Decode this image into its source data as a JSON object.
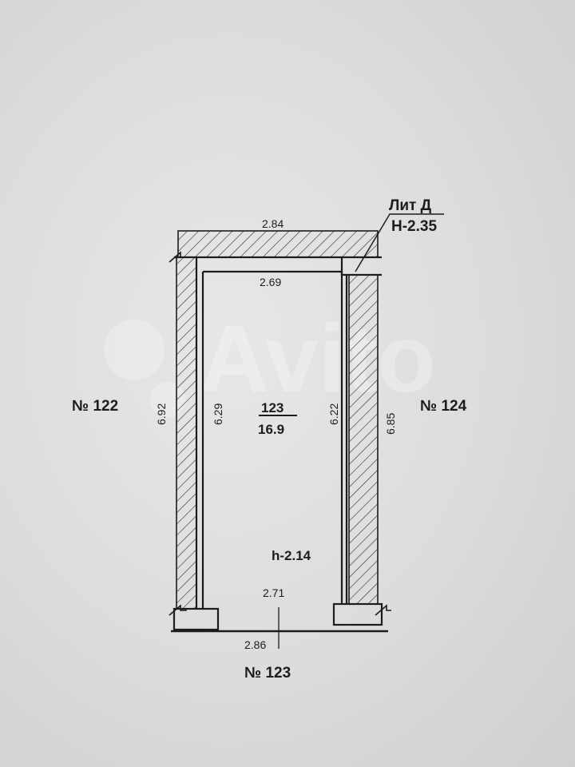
{
  "lit": {
    "name": "Лит Д",
    "height": "Н-2.35"
  },
  "dims": {
    "top_outer": "2.84",
    "top_inner": "2.69",
    "left_outer": "6.92",
    "left_inner": "6.29",
    "right_inner": "6.22",
    "right_outer": "6.85",
    "bottom_inner": "2.71",
    "bottom_outer": "2.86"
  },
  "room": {
    "number": "123",
    "area": "16.9",
    "height": "h-2.14"
  },
  "neighbors": {
    "left": "№ 122",
    "right": "№ 124",
    "bottom": "№ 123"
  },
  "watermark": "Avito",
  "colors": {
    "ink": "#1c1c1c",
    "paper": "#dcdcdb"
  }
}
